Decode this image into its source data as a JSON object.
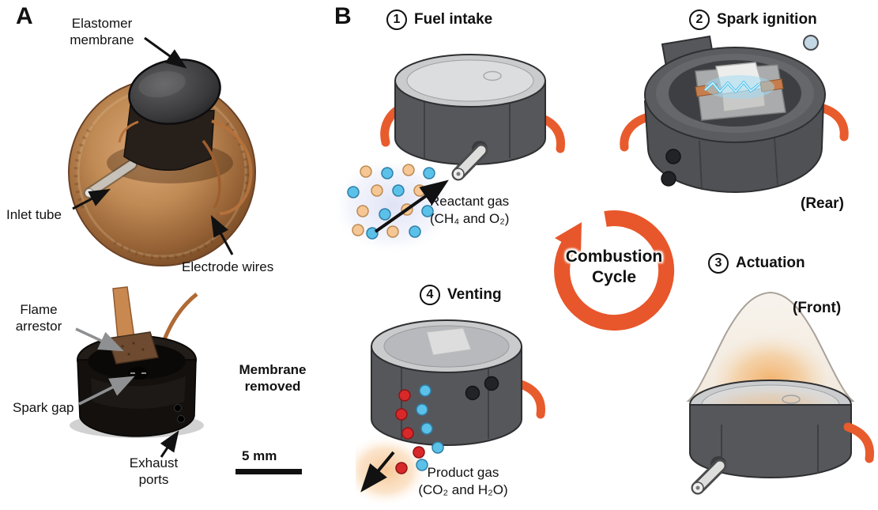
{
  "panel_a": {
    "label": "A",
    "labels": {
      "elastomer_membrane": "Elastomer\nmembrane",
      "inlet_tube": "Inlet tube",
      "electrode_wires": "Electrode wires",
      "flame_arrestor": "Flame\narrestor",
      "spark_gap": "Spark gap",
      "exhaust_ports": "Exhaust\nports",
      "membrane_removed": "Membrane\nremoved",
      "scale_bar": "5 mm"
    }
  },
  "panel_b": {
    "label": "B",
    "cycle_label": "Combustion\nCycle",
    "steps": {
      "step1": {
        "num": "1",
        "title": "Fuel intake"
      },
      "step2": {
        "num": "2",
        "title": "Spark ignition"
      },
      "step3": {
        "num": "3",
        "title": "Actuation"
      },
      "step4": {
        "num": "4",
        "title": "Venting"
      }
    },
    "captions": {
      "reactant_gas": "Reactant gas\n(CH₄ and O₂)",
      "product_gas": "Product gas\n(CO₂ and H₂O)",
      "rear_view": "(Rear)",
      "front_view": "(Front)"
    }
  },
  "colors": {
    "accent_orange": "#E8562B",
    "device_gray": "#56575B",
    "membrane_gray": "#C9CBCD",
    "spark_blue": "#53C3EE",
    "reactant_dot_blue": "#5BC1E8",
    "reactant_dot_peach": "#F6C794",
    "product_dot_red": "#D8282A",
    "penny_copper": "#B5764A"
  }
}
